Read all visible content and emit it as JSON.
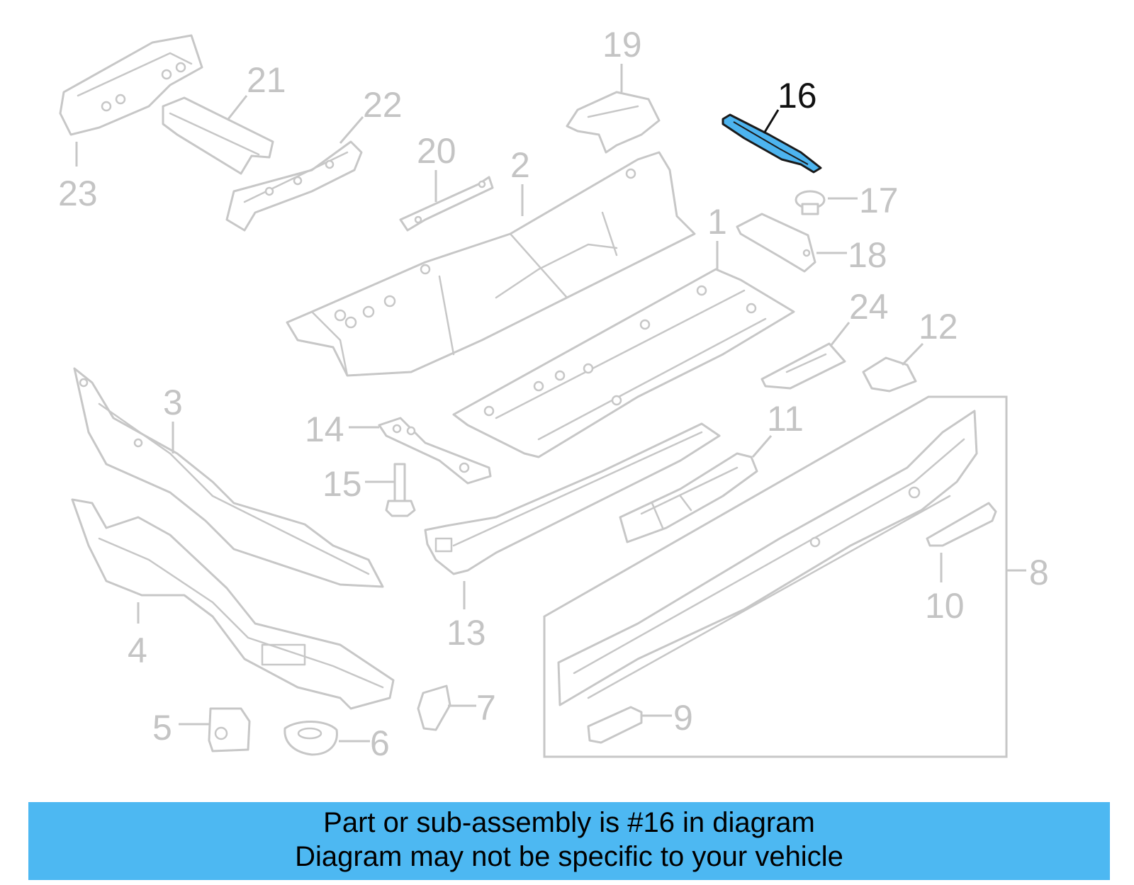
{
  "diagram": {
    "highlighted_part": "16",
    "callouts": [
      "1",
      "2",
      "3",
      "4",
      "5",
      "6",
      "7",
      "8",
      "9",
      "10",
      "11",
      "12",
      "13",
      "14",
      "15",
      "16",
      "17",
      "18",
      "19",
      "20",
      "21",
      "22",
      "23",
      "24"
    ],
    "colors": {
      "highlight_fill": "#4db4ef",
      "line_art": "#c7c7c7",
      "callout_text": "#c4c4c4",
      "highlight_text": "#111111",
      "banner": "#4db8f2"
    }
  },
  "banner": {
    "line1": "Part or sub-assembly is #16 in diagram",
    "line2": "Diagram may not be specific to your vehicle"
  }
}
